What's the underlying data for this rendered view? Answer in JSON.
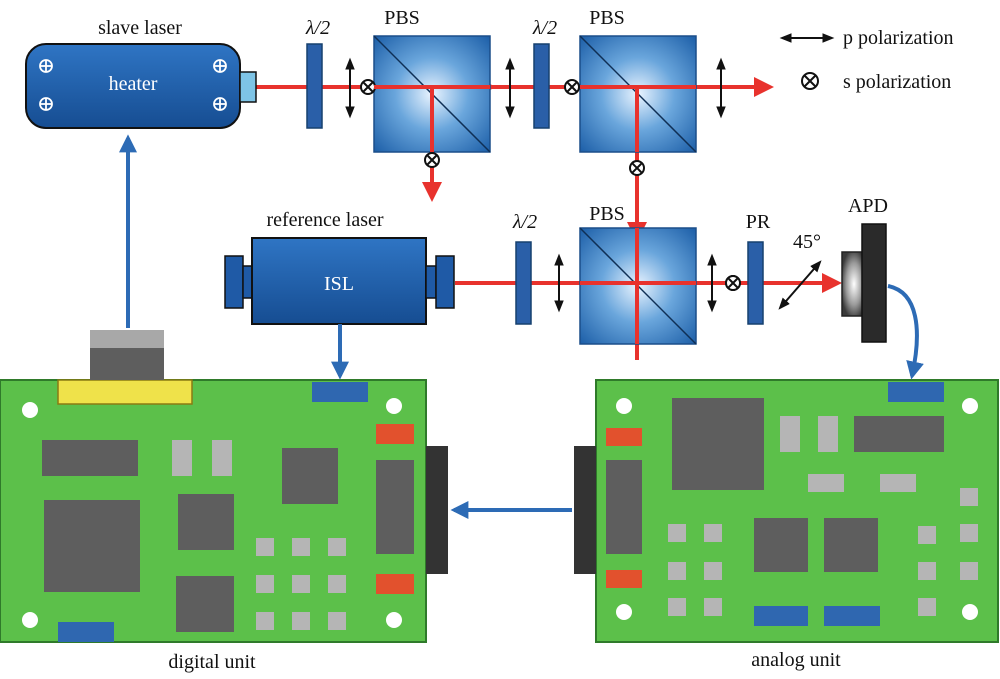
{
  "labels": {
    "slave_laser": "slave laser",
    "heater": "heater",
    "half_wave_1": "λ/2",
    "half_wave_2": "λ/2",
    "half_wave_3": "λ/2",
    "pbs_1": "PBS",
    "pbs_2": "PBS",
    "pbs_3": "PBS",
    "reference_laser": "reference laser",
    "isl": "ISL",
    "pr": "PR",
    "apd": "APD",
    "angle_45": "45°",
    "digital_unit": "digital unit",
    "analog_unit": "analog unit"
  },
  "legend": {
    "p_polarization": "p polarization",
    "s_polarization": "s polarization"
  },
  "colors": {
    "beam": "#e8322d",
    "signal_arrow": "#2d6bb5",
    "laser_body": "#1f5aa6",
    "waveplate": "#2a5fa8",
    "pcb": "#5cc04a",
    "chip": "#5e5e5e",
    "pad_red": "#e2512d",
    "pad_blue": "#2f67b0",
    "connector_yellow": "#efe24a"
  }
}
